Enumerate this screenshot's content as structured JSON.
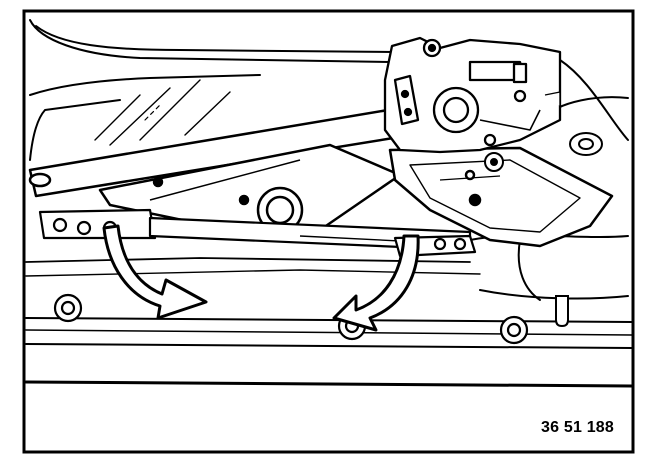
{
  "figure": {
    "reference_number": "36 51 188",
    "colors": {
      "ink": "#000000",
      "paper": "#ffffff"
    },
    "icons": [
      "frame-border",
      "door-sill",
      "roof-strut",
      "hinge-arm",
      "hinge-pivot",
      "hinge-mount-bracket",
      "pump-cylinder",
      "cover-panel",
      "bolt",
      "lower-arrow-left",
      "lower-arrow-right"
    ]
  }
}
